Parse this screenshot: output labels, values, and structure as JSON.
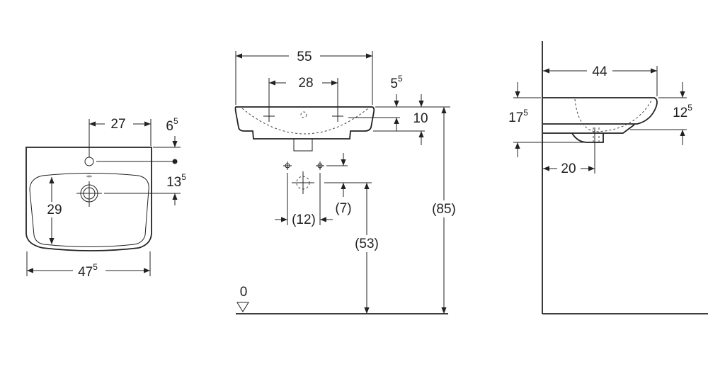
{
  "top_view": {
    "width_total": {
      "main": "47",
      "sup": "5"
    },
    "tap_offset": {
      "main": "27"
    },
    "tap_from_back": {
      "main": "6",
      "sup": "5"
    },
    "drain_from_tap": {
      "main": "13",
      "sup": "5"
    },
    "bowl_depth": {
      "main": "29"
    }
  },
  "front_view": {
    "width": {
      "main": "55"
    },
    "tap_spacing": {
      "main": "28"
    },
    "rim_to_tap": {
      "main": "5",
      "sup": "5"
    },
    "rim_height": {
      "main": "10"
    },
    "mount_height": {
      "main": "(85)"
    },
    "supply_spacing": {
      "main": "(12)"
    },
    "supply_to_drain": {
      "main": "(7)"
    },
    "drain_height": {
      "main": "(53)"
    },
    "floor_level": {
      "main": "0"
    }
  },
  "side_view": {
    "depth": {
      "main": "44"
    },
    "total_height": {
      "main": "17",
      "sup": "5"
    },
    "rim_height": {
      "main": "12",
      "sup": "5"
    },
    "drain_from_wall": {
      "main": "20"
    }
  },
  "colors": {
    "line": "#222222",
    "background": "#ffffff"
  }
}
